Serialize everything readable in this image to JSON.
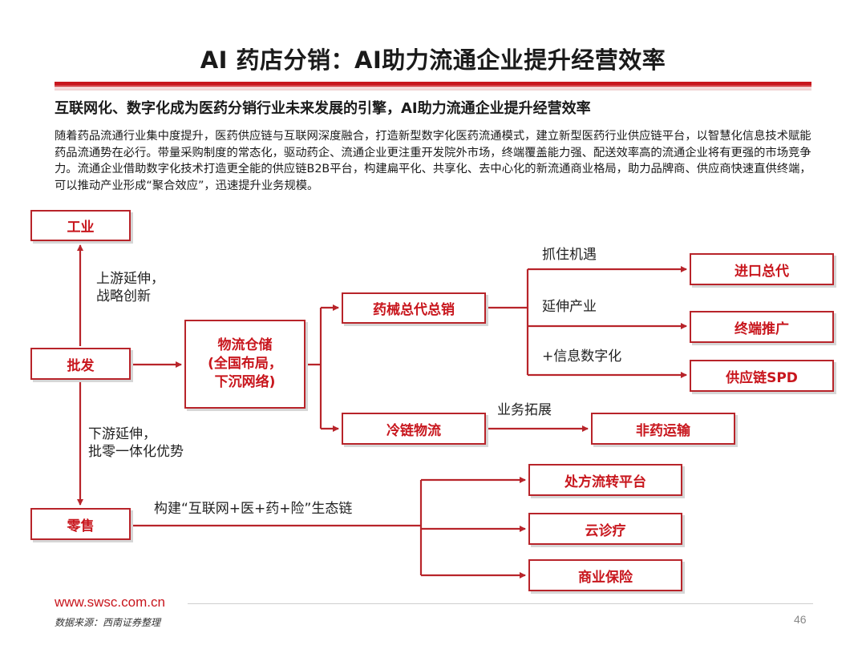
{
  "title": "AI 药店分销：AI助力流通企业提升经营效率",
  "subtitle": "互联网化、数字化成为医药分销行业未来发展的引擎，AI助力流通企业提升经营效率",
  "intro": "随着药品流通行业集中度提升，医药供应链与互联网深度融合，打造新型数字化医药流通模式，建立新型医药行业供应链平台，以智慧化信息技术赋能药品流通势在必行。带量采购制度的常态化，驱动药企、流通企业更注重开发院外市场，终端覆盖能力强、配送效率高的流通企业将有更强的市场竞争力。流通企业借助数字化技术打造更全能的供应链B2B平台，构建扁平化、共享化、去中心化的新流通商业格局，助力品牌商、供应商快速直供终端，可以推动产业形成“聚合效应”，迅速提升业务规模。",
  "diagram": {
    "nodes": {
      "industry": "工业",
      "wholesale": "批发",
      "retail": "零售",
      "logistics_line1": "物流仓储",
      "logistics_line2": "(全国布局，",
      "logistics_line3": "下沉网络)",
      "device_distribution": "药械总代总销",
      "cold_chain": "冷链物流",
      "import_agent": "进口总代",
      "terminal_promo": "终端推广",
      "supply_chain_spd": "供应链SPD",
      "non_drug_transport": "非药运输",
      "prescription_platform": "处方流转平台",
      "cloud_clinic": "云诊疗",
      "commercial_insurance": "商业保险"
    },
    "labels": {
      "upstream_line1": "上游延伸，",
      "upstream_line2": "战略创新",
      "downstream_line1": "下游延伸，",
      "downstream_line2": "批零一体化优势",
      "seize_opportunity": "抓住机遇",
      "extend_industry": "延伸产业",
      "plus_digital": "+信息数字化",
      "business_expansion": "业务拓展",
      "ecosystem": "构建“互联网+医+药+险”生态链"
    }
  },
  "footer": {
    "url": "www.swsc.com.cn",
    "source": "数据来源：西南证券整理",
    "page": "46"
  },
  "colors": {
    "accent": "#c8161d",
    "box_border": "#b8242a",
    "connector": "#b8242a"
  }
}
